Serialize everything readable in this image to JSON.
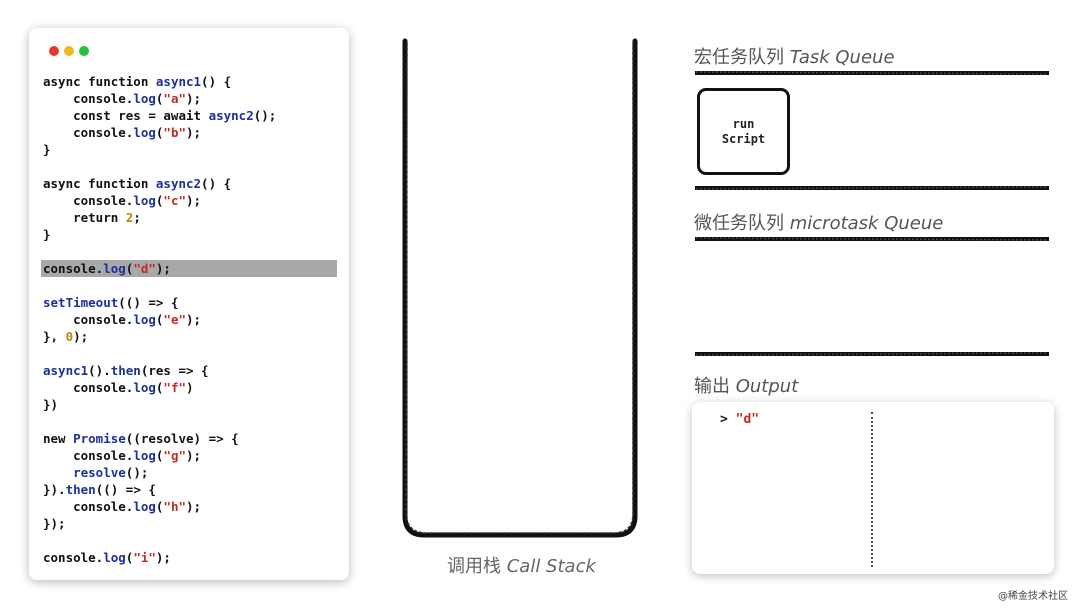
{
  "window_controls": {
    "close": "#e8382d",
    "minimize": "#f2b71b",
    "zoom": "#27c13f"
  },
  "code_lines": [
    [
      {
        "t": "async function "
      },
      {
        "t": "async1",
        "c": "fn"
      },
      {
        "t": "() {"
      }
    ],
    [
      {
        "t": "    console."
      },
      {
        "t": "log",
        "c": "fn"
      },
      {
        "t": "("
      },
      {
        "t": "\"a\"",
        "c": "str"
      },
      {
        "t": ");"
      }
    ],
    [
      {
        "t": "    const res = await "
      },
      {
        "t": "async2",
        "c": "fn"
      },
      {
        "t": "();"
      }
    ],
    [
      {
        "t": "    console."
      },
      {
        "t": "log",
        "c": "fn"
      },
      {
        "t": "("
      },
      {
        "t": "\"b\"",
        "c": "str"
      },
      {
        "t": ");"
      }
    ],
    [
      {
        "t": "}"
      }
    ],
    [],
    [
      {
        "t": "async function "
      },
      {
        "t": "async2",
        "c": "fn"
      },
      {
        "t": "() {"
      }
    ],
    [
      {
        "t": "    console."
      },
      {
        "t": "log",
        "c": "fn"
      },
      {
        "t": "("
      },
      {
        "t": "\"c\"",
        "c": "str"
      },
      {
        "t": ");"
      }
    ],
    [
      {
        "t": "    return "
      },
      {
        "t": "2",
        "c": "num"
      },
      {
        "t": ";"
      }
    ],
    [
      {
        "t": "}"
      }
    ],
    [],
    [
      {
        "t": "console."
      },
      {
        "t": "log",
        "c": "fn"
      },
      {
        "t": "("
      },
      {
        "t": "\"d\"",
        "c": "str"
      },
      {
        "t": ");"
      }
    ],
    [],
    [
      {
        "t": "setTimeout",
        "c": "fn"
      },
      {
        "t": "(() => {"
      }
    ],
    [
      {
        "t": "    console."
      },
      {
        "t": "log",
        "c": "fn"
      },
      {
        "t": "("
      },
      {
        "t": "\"e\"",
        "c": "str"
      },
      {
        "t": ");"
      }
    ],
    [
      {
        "t": "}, "
      },
      {
        "t": "0",
        "c": "num"
      },
      {
        "t": ");"
      }
    ],
    [],
    [
      {
        "t": "async1",
        "c": "fn"
      },
      {
        "t": "()."
      },
      {
        "t": "then",
        "c": "fn"
      },
      {
        "t": "(res => {"
      }
    ],
    [
      {
        "t": "    console."
      },
      {
        "t": "log",
        "c": "fn"
      },
      {
        "t": "("
      },
      {
        "t": "\"f\"",
        "c": "str"
      },
      {
        "t": ")"
      }
    ],
    [
      {
        "t": "})"
      }
    ],
    [],
    [
      {
        "t": "new "
      },
      {
        "t": "Promise",
        "c": "fn"
      },
      {
        "t": "((resolve) => {"
      }
    ],
    [
      {
        "t": "    console."
      },
      {
        "t": "log",
        "c": "fn"
      },
      {
        "t": "("
      },
      {
        "t": "\"g\"",
        "c": "str"
      },
      {
        "t": ");"
      }
    ],
    [
      {
        "t": "    "
      },
      {
        "t": "resolve",
        "c": "fn"
      },
      {
        "t": "();"
      }
    ],
    [
      {
        "t": "})."
      },
      {
        "t": "then",
        "c": "fn"
      },
      {
        "t": "(() => {"
      }
    ],
    [
      {
        "t": "    console."
      },
      {
        "t": "log",
        "c": "fn"
      },
      {
        "t": "("
      },
      {
        "t": "\"h\"",
        "c": "str"
      },
      {
        "t": ");"
      }
    ],
    [
      {
        "t": "});"
      }
    ],
    [],
    [
      {
        "t": "console."
      },
      {
        "t": "log",
        "c": "fn"
      },
      {
        "t": "("
      },
      {
        "t": "\"i\"",
        "c": "str"
      },
      {
        "t": ");"
      }
    ]
  ],
  "highlighted_line": 11,
  "call_stack": {
    "label_cn": "调用栈 ",
    "label_en": "Call Stack"
  },
  "task_queue": {
    "label_cn": "宏任务队列 ",
    "label_en": "Task Queue",
    "items": [
      "run\nScript"
    ]
  },
  "microtask_queue": {
    "label_cn": "微任务队列 ",
    "label_en": "microtask Queue"
  },
  "output": {
    "label_cn": "输出 ",
    "label_en": "Output",
    "prompt": ">",
    "lines": [
      "\"d\""
    ]
  },
  "watermark": "@稀金技术社区"
}
